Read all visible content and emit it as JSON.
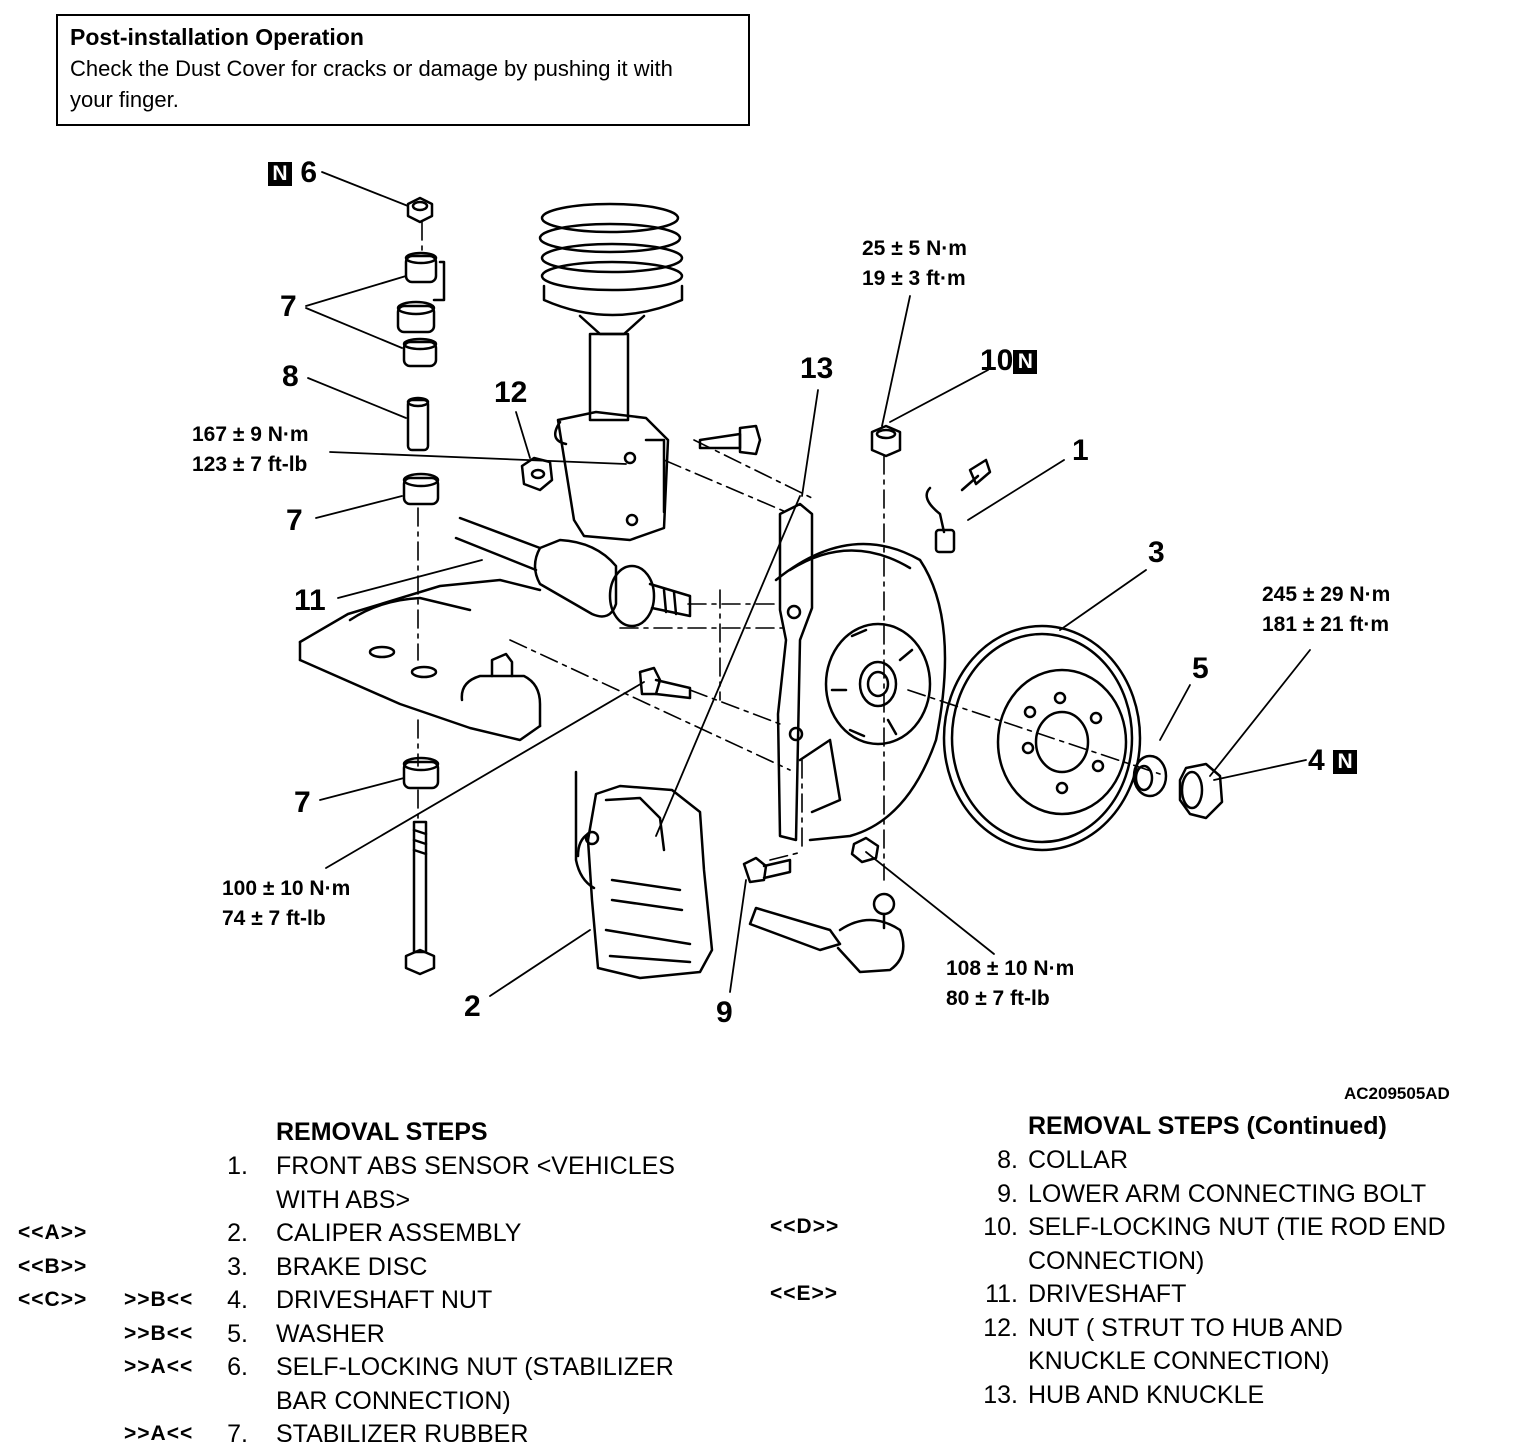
{
  "note": {
    "title": "Post-installation Operation",
    "body": "Check the Dust Cover for cracks or damage by pushing it with your finger."
  },
  "figure_id": "AC209505AD",
  "badge_letter": "N",
  "callouts": {
    "c1": "1",
    "c2": "2",
    "c3": "3",
    "c4": "4",
    "c5": "5",
    "c6": "6",
    "c7a": "7",
    "c7b": "7",
    "c7c": "7",
    "c8": "8",
    "c9": "9",
    "c10": "10",
    "c11": "11",
    "c12": "12",
    "c13": "13"
  },
  "torques": {
    "t10_nm": "25 ± 5 N·m",
    "t10_ft": "19 ± 3 ft·m",
    "t12_nm": "167 ± 9 N·m",
    "t12_ft": "123 ± 7 ft-lb",
    "t4_nm": "245 ± 29 N·m",
    "t4_ft": "181 ± 21 ft·m",
    "t9_nm": "100 ± 10 N·m",
    "t9_ft": "74 ± 7 ft-lb",
    "t13_nm": "108 ± 10 N·m",
    "t13_ft": "80 ± 7 ft-lb"
  },
  "removal_left": {
    "header": "REMOVAL STEPS",
    "steps": [
      {
        "num": "1.",
        "line1": "FRONT ABS SENSOR <VEHICLES",
        "line2": "WITH ABS>"
      },
      {
        "num": "2.",
        "line1": "CALIPER ASSEMBLY",
        "code_left": "<<A>>"
      },
      {
        "num": "3.",
        "line1": "BRAKE DISC",
        "code_left": "<<B>>"
      },
      {
        "num": "4.",
        "line1": "DRIVESHAFT NUT",
        "code_left": "<<C>>",
        "code_right": ">>B<<"
      },
      {
        "num": "5.",
        "line1": "WASHER",
        "code_right": ">>B<<"
      },
      {
        "num": "6.",
        "line1": "SELF-LOCKING NUT (STABILIZER",
        "line2": "BAR CONNECTION)",
        "code_right": ">>A<<"
      },
      {
        "num": "7.",
        "line1": "STABILIZER RUBBER",
        "code_right": ">>A<<"
      }
    ]
  },
  "removal_right": {
    "header": "REMOVAL STEPS  (Continued)",
    "steps": [
      {
        "num": "8.",
        "line1": "COLLAR"
      },
      {
        "num": "9.",
        "line1": "LOWER ARM CONNECTING BOLT"
      },
      {
        "num": "10.",
        "line1": "SELF-LOCKING NUT (TIE ROD END",
        "line2": "CONNECTION)",
        "code_left": "<<D>>"
      },
      {
        "num": "11.",
        "line1": "DRIVESHAFT",
        "code_left": "<<E>>"
      },
      {
        "num": "12.",
        "line1": "NUT ( STRUT TO HUB AND",
        "line2": "KNUCKLE CONNECTION)"
      },
      {
        "num": "13.",
        "line1": "HUB AND KNUCKLE"
      }
    ]
  }
}
